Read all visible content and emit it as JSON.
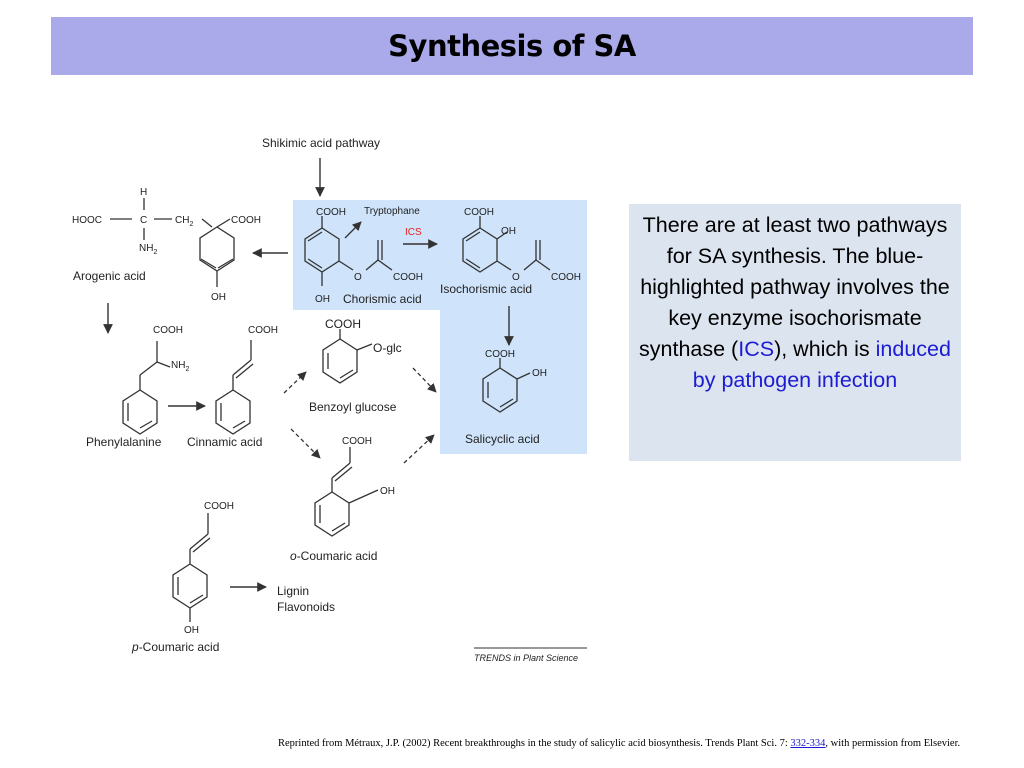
{
  "slide": {
    "title": "Synthesis of SA"
  },
  "diagram": {
    "shikimic_pathway": "Shikimic acid pathway",
    "tryptophane": "Tryptophane",
    "ics_label": "ICS",
    "arogenic_acid": "Arogenic acid",
    "chorismic_acid": "Chorismic acid",
    "isochorismic_acid": "Isochorismic acid",
    "phenylalanine": "Phenylalanine",
    "cinnamic_acid": "Cinnamic acid",
    "benzoyl_glucose": "Benzoyl glucose",
    "salicyclic_acid": "Salicyclic acid",
    "o_coumaric_prefix": "o",
    "o_coumaric_rest": "-Coumaric acid",
    "p_coumaric_prefix": "p",
    "p_coumaric_rest": "-Coumaric acid",
    "lignin": "Lignin",
    "flavonoids": "Flavonoids",
    "journal_credit": "TRENDS in Plant Science",
    "groups": {
      "cooh": "COOH",
      "hooc": "HOOC",
      "oh": "OH",
      "o": "O",
      "h": "H",
      "c": "C",
      "ch2": "CH",
      "nh2": "NH",
      "sub2": "2",
      "o_glc": "O-glc"
    },
    "highlight_color": "#cfe3fa",
    "ics_color": "#e0231c"
  },
  "info": {
    "line1": "There are at least two pathways for SA synthesis. The blue-highlighted pathway involves the key enzyme isochorismate synthase (",
    "ics": "ICS",
    "line2": "), which is ",
    "induced": "induced by pathogen infection"
  },
  "footer": {
    "text": "Reprinted from Métraux, J.P. (2002) Recent breakthroughs in the study of salicylic acid biosynthesis. Trends Plant Sci. 7: ",
    "link": "332-334",
    "suffix": ",  with permission from Elsevier."
  }
}
